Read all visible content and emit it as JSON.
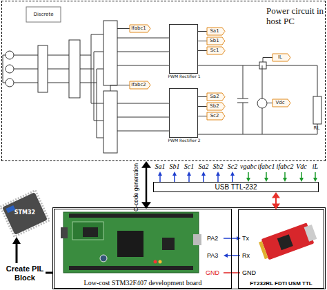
{
  "diagram": {
    "nodes": [
      {
        "text": [
          "Power circuit in host PC"
        ]
      },
      {
        "text": [
          "PWM Rectifier 1"
        ],
        "in": 0
      },
      {
        "text": [
          "PWM Rectifier 2"
        ],
        "in": 0
      },
      {
        "text": [
          "USB TTL-232"
        ]
      },
      {
        "text": [
          "Low-cost STM32F407 development board"
        ]
      },
      {
        "text": [
          "FT232RL FDTI USM TTL"
        ]
      }
    ],
    "edges": [
      {
        "from": 0,
        "to": 4,
        "arrow": "both",
        "label": "C-code generation"
      },
      {
        "from": 3,
        "to": 5,
        "arrow": "both"
      }
    ],
    "labels": [
      "Discrete",
      "Ifabc1",
      "Ifabc2",
      "Sa1",
      "Sb1",
      "Sc1",
      "Sa2",
      "Sb2",
      "Sc2",
      "IL",
      "Vdc",
      "RL",
      "Sa1",
      "Sb1",
      "Sc1",
      "Sa2",
      "Sb2",
      "Sc2",
      "vgabc",
      "ifabc1",
      "ifabc2",
      "Vdc",
      "iL",
      "PA2",
      "PA3",
      "GND",
      "Tx",
      "Rx",
      "GND",
      "Create PIL Block",
      "STM32"
    ]
  }
}
